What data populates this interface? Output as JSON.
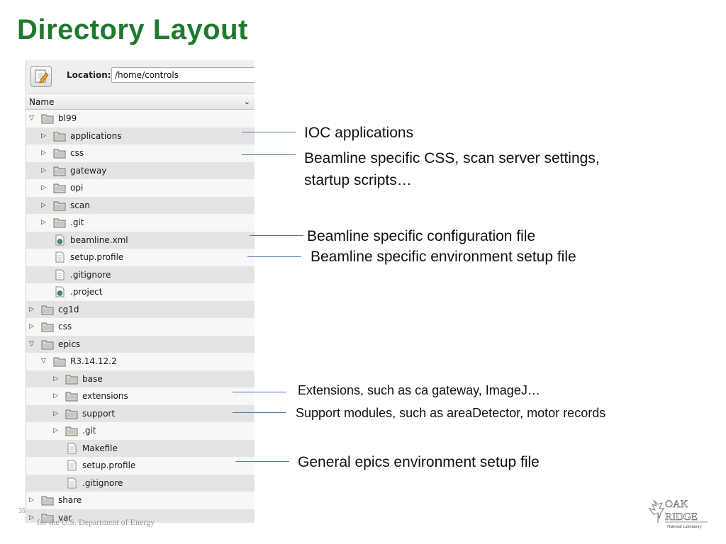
{
  "slide": {
    "title": "Directory Layout",
    "page_number": "35",
    "footer": "for the U.S. Department of Energy"
  },
  "browser": {
    "location_label": "Location:",
    "location_value": "/home/controls",
    "column_header": "Name",
    "tree": [
      {
        "name": "bl99",
        "level": 0,
        "type": "folder",
        "expand": "open"
      },
      {
        "name": "applications",
        "level": 1,
        "type": "folder",
        "expand": "closed"
      },
      {
        "name": "css",
        "level": 1,
        "type": "folder",
        "expand": "closed"
      },
      {
        "name": "gateway",
        "level": 1,
        "type": "folder",
        "expand": "closed"
      },
      {
        "name": "opi",
        "level": 1,
        "type": "folder",
        "expand": "closed"
      },
      {
        "name": "scan",
        "level": 1,
        "type": "folder",
        "expand": "closed"
      },
      {
        "name": ".git",
        "level": 1,
        "type": "folder",
        "expand": "closed"
      },
      {
        "name": "beamline.xml",
        "level": 1,
        "type": "special",
        "expand": "none"
      },
      {
        "name": "setup.profile",
        "level": 1,
        "type": "file",
        "expand": "none"
      },
      {
        "name": ".gitignore",
        "level": 1,
        "type": "file",
        "expand": "none"
      },
      {
        "name": ".project",
        "level": 1,
        "type": "special",
        "expand": "none"
      },
      {
        "name": "cg1d",
        "level": 0,
        "type": "folder",
        "expand": "closed"
      },
      {
        "name": "css",
        "level": 0,
        "type": "folder",
        "expand": "closed"
      },
      {
        "name": "epics",
        "level": 0,
        "type": "folder",
        "expand": "open"
      },
      {
        "name": "R3.14.12.2",
        "level": 1,
        "type": "folder",
        "expand": "open"
      },
      {
        "name": "base",
        "level": 2,
        "type": "folder",
        "expand": "closed"
      },
      {
        "name": "extensions",
        "level": 2,
        "type": "folder",
        "expand": "closed"
      },
      {
        "name": "support",
        "level": 2,
        "type": "folder",
        "expand": "closed"
      },
      {
        "name": ".git",
        "level": 2,
        "type": "folder",
        "expand": "closed"
      },
      {
        "name": "Makefile",
        "level": 2,
        "type": "file",
        "expand": "none"
      },
      {
        "name": "setup.profile",
        "level": 2,
        "type": "file",
        "expand": "none"
      },
      {
        "name": ".gitignore",
        "level": 2,
        "type": "file",
        "expand": "none"
      },
      {
        "name": "share",
        "level": 0,
        "type": "folder",
        "expand": "closed"
      },
      {
        "name": "var",
        "level": 0,
        "type": "folder",
        "expand": "closed"
      }
    ]
  },
  "annotations": {
    "ioc": "IOC applications",
    "css_line1": "Beamline specific CSS, scan server settings,",
    "css_line2": "startup scripts…",
    "config": "Beamline specific configuration file",
    "env": "Beamline specific environment setup file",
    "extensions": "Extensions, such as ca gateway, ImageJ…",
    "support": "Support modules, such as areaDetector, motor records",
    "general": "General epics environment setup file"
  },
  "logo": {
    "line1": "OAK",
    "line2": "RIDGE",
    "line3": "National Laboratory"
  },
  "colors": {
    "title": "#1f7a2e",
    "annotation_line": "#5577aa",
    "folder": "#d8d8d2"
  },
  "icons": {
    "edit": "edit-location-icon",
    "folder": "folder-icon",
    "file": "text-file-icon",
    "special": "project-file-icon",
    "expander_open": "expander-open-icon",
    "expander_closed": "expander-closed-icon"
  }
}
